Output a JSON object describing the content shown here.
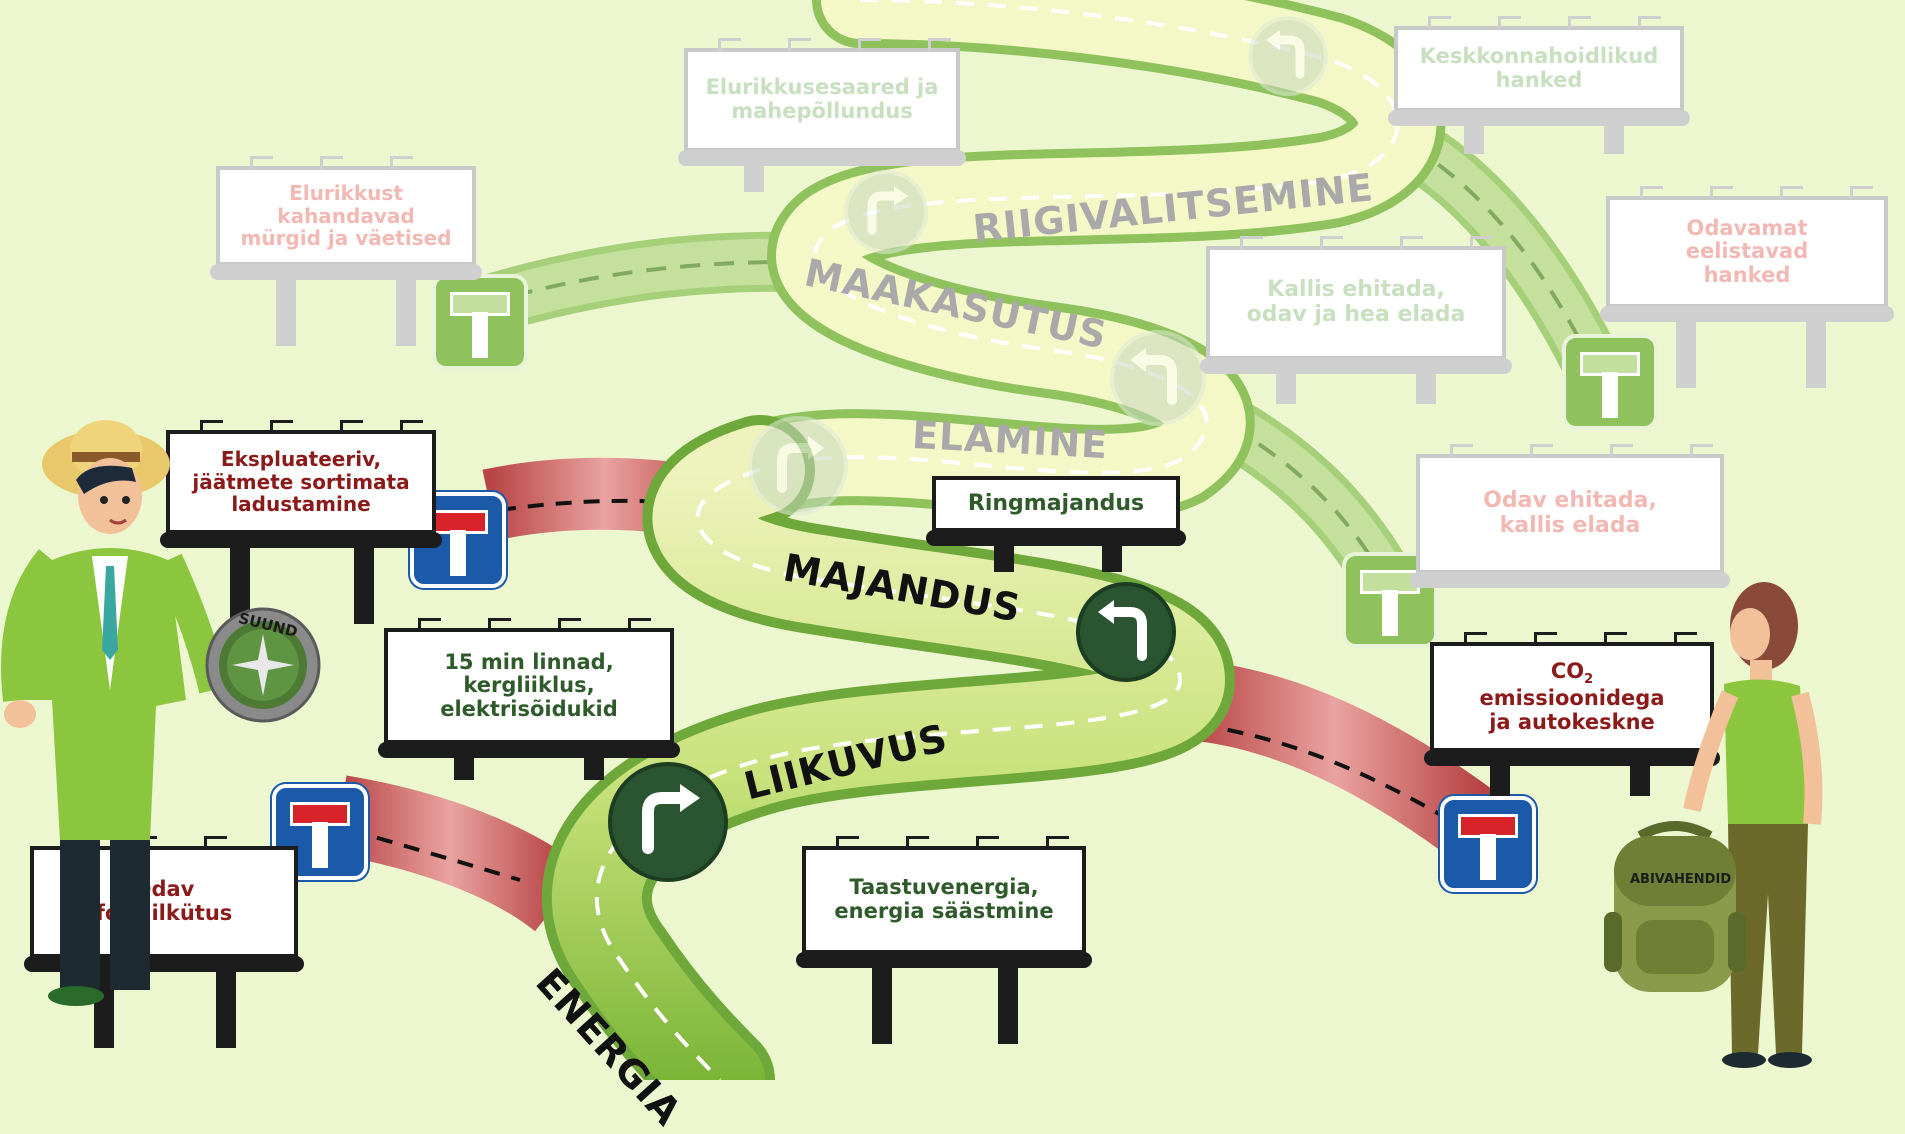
{
  "roads": {
    "energia": "ENERGIA",
    "liikuvus": "LIIKUVUS",
    "majandus": "MAJANDUS",
    "elamine": "ELAMINE",
    "maakasutus": "MAAKASUTUS",
    "riigivalitsemine": "RIIGIVALITSEMINE"
  },
  "billboards": {
    "odav_fossiilkutus": "Odav\nfossiilkütus",
    "taastuvenergia": "Taastuvenergia,\nenergia säästmine",
    "linnad": "15 min linnad,\nkergliiklus,\nelektrisõidukid",
    "co2_label": "CO",
    "co2_sub": "2",
    "co2_rest": "emissioonidega\nja autokeskne",
    "ekspluateeriv": "Ekspluateeriv,\njäätmete  sortimata\nladustamine",
    "ringmajandus": "Ringmajandus",
    "odav_ehitada": "Odav ehitada,\nkallis elada",
    "kallis_ehitada": "Kallis ehitada,\nodav ja hea elada",
    "elurikkust": "Elurikkust\nkahandavad\nmürgid ja väetised",
    "elurikkusesaared": "Elurikkusesaared  ja\nmahepõllundus",
    "keskkonnahoidlikud": "Keskkonnahoidlikud\nhanked",
    "odavamat": "Odavamat\neelistavad\nhanked"
  },
  "compass_label": "SUUND",
  "backpack_label": "ABIVAHENDID",
  "colors": {
    "background": "#ecf7d0",
    "road_active": "#8cc63f",
    "road_light": "#f4f7c2",
    "road_dead": "#c7585a",
    "dead_end_blue": "#1b5aa8",
    "dead_end_red": "#d8232a",
    "text_red": "#8b1a1a",
    "text_green": "#2f5a2a"
  },
  "icons": [
    "turn-right-icon",
    "turn-left-icon",
    "dead-end-sign-icon",
    "compass-icon",
    "backpack-icon"
  ]
}
